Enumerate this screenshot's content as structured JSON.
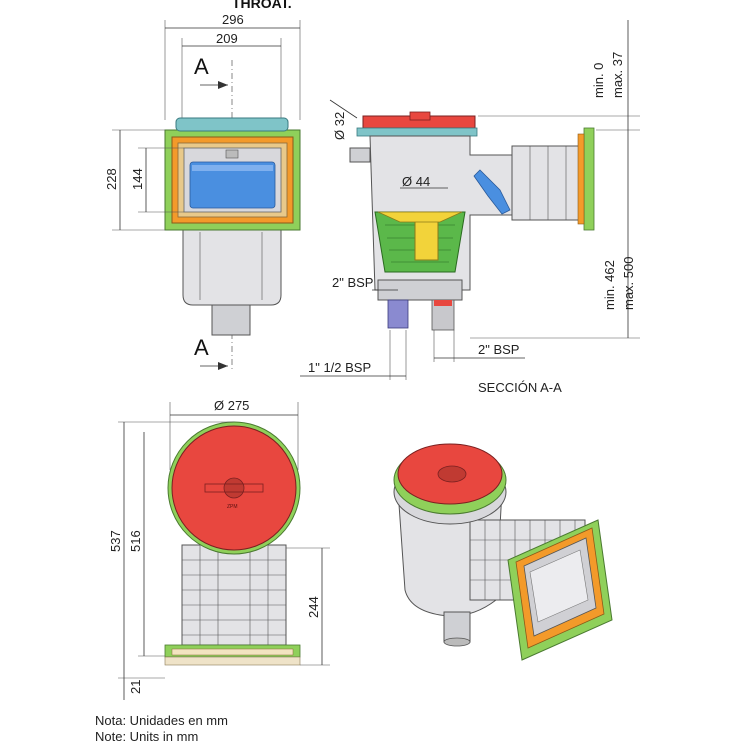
{
  "header_partial": "THROAT.",
  "front_view": {
    "width_overall": "296",
    "width_inner": "209",
    "height_overall": "228",
    "height_inner": "144",
    "section_mark": "A"
  },
  "section_view": {
    "dia_side": "Ø 32",
    "dia_center": "Ø 44",
    "min_top": "min. 0",
    "max_top": "max. 37",
    "min_bottom": "min. 462",
    "max_bottom": "max. 500",
    "bsp_upper": "2\" BSP",
    "bsp_left": "1\" 1/2 BSP",
    "bsp_right": "2\" BSP",
    "caption": "SECCIÓN A-A"
  },
  "top_view": {
    "diameter": "Ø 275",
    "h_total": "537",
    "h_516": "516",
    "h_244": "244",
    "h_21": "21",
    "lid_brand": "ZPM"
  },
  "notes": {
    "es": "Nota: Unidades en mm",
    "en": "Note: Units in mm"
  },
  "colors": {
    "lid_red": "#e8473f",
    "flange_green": "#8fd05a",
    "frame_orange": "#f39a2a",
    "throat_blue": "#4a8fe0",
    "basket_green": "#5bb84a",
    "insert_yellow": "#f2d33a",
    "cover_teal": "#7fc4c8"
  }
}
